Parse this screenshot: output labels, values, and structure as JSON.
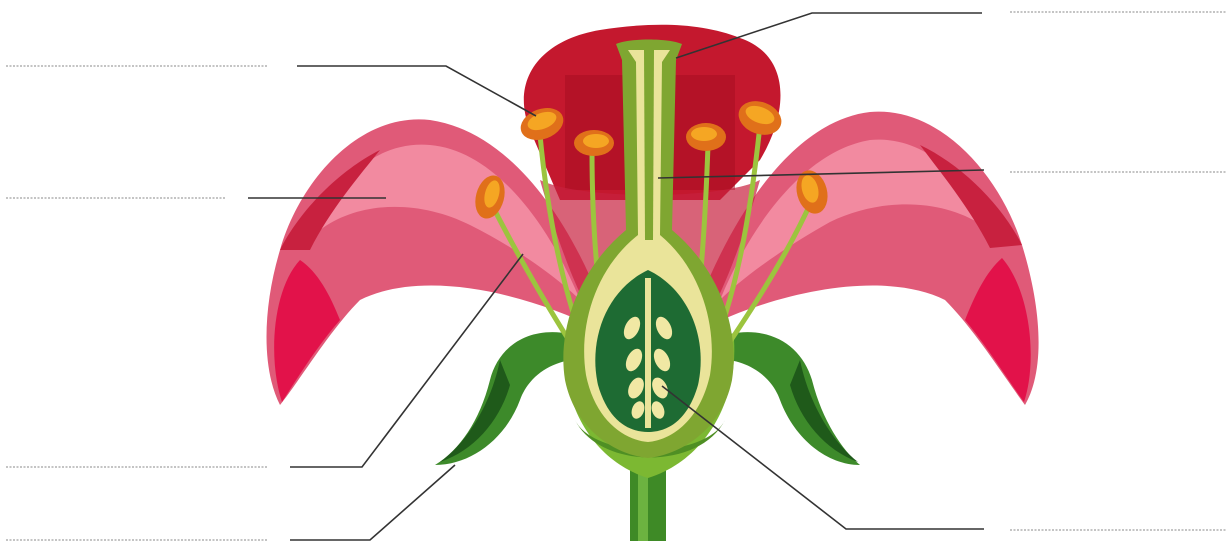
{
  "diagram": {
    "subject": "flower-anatomy-worksheet",
    "label_blanks": [
      {
        "id": "blank-stigma",
        "value": ""
      },
      {
        "id": "blank-anther",
        "value": ""
      },
      {
        "id": "blank-style",
        "value": ""
      },
      {
        "id": "blank-petal",
        "value": ""
      },
      {
        "id": "blank-filament",
        "value": ""
      },
      {
        "id": "blank-sepal",
        "value": ""
      },
      {
        "id": "blank-ovule",
        "value": ""
      }
    ]
  },
  "colors": {
    "petal_light": "#f28aa0",
    "petal_mid": "#e05a78",
    "petal_dark": "#c8213f",
    "petal_tip": "#e2124a",
    "back_petal": "#c4182e",
    "back_petal_inner": "#a80f22",
    "anther": "#f5a623",
    "anther_dark": "#e0701a",
    "filament": "#9cc43e",
    "pistil_outer": "#7fa631",
    "pistil_inner": "#eae49a",
    "ovary_dark": "#1e6b33",
    "ovule": "#f1e8a4",
    "sepal": "#3d8a2a",
    "sepal_dark": "#1f5a1a",
    "receptacle": "#7cb832",
    "stem": "#3e8a26",
    "leader_line": "#333333",
    "blank_line": "#888888"
  }
}
